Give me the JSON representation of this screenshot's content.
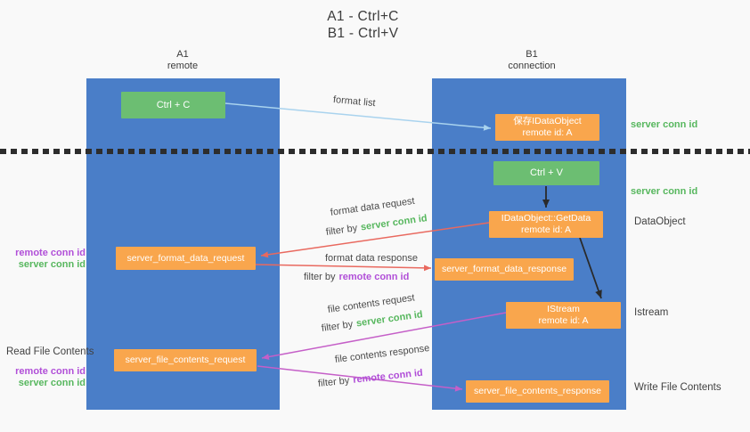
{
  "title": {
    "line1": "A1 - Ctrl+C",
    "line2": "B1 - Ctrl+V"
  },
  "columns": {
    "a1": {
      "name": "A1",
      "role": "remote"
    },
    "b1": {
      "name": "B1",
      "role": "connection"
    }
  },
  "boxes": {
    "ctrl_c": {
      "label": "Ctrl + C"
    },
    "ctrl_v": {
      "label": "Ctrl + V"
    },
    "save_dataobject": {
      "line1": "保存IDataObject",
      "line2": "remote id: A"
    },
    "getdata": {
      "line1": "IDataObject::GetData",
      "line2": "remote id: A"
    },
    "istream": {
      "line1": "IStream",
      "line2": "remote id: A"
    },
    "format_data_request": {
      "label": "server_format_data_request"
    },
    "format_data_response": {
      "label": "server_format_data_response"
    },
    "file_contents_request": {
      "label": "server_file_contents_request"
    },
    "file_contents_response": {
      "label": "server_file_contents_response"
    }
  },
  "arrows": {
    "format_list": {
      "label": "format list"
    },
    "format_data_request": {
      "label": "format data request",
      "filter_prefix": "filter by",
      "filter_key": "server conn id"
    },
    "format_data_response": {
      "label": "format data response",
      "filter_prefix": "filter by",
      "filter_key": "remote conn id"
    },
    "file_contents_request": {
      "label": "file contents request",
      "filter_prefix": "filter by",
      "filter_key": "server conn id"
    },
    "file_contents_response": {
      "label": "file contents response",
      "filter_prefix": "filter by",
      "filter_key": "remote conn id"
    }
  },
  "left_labels": {
    "format_pair": {
      "remote": "remote conn id",
      "server": "server conn id"
    },
    "read_file": "Read File Contents",
    "file_pair": {
      "remote": "remote conn id",
      "server": "server conn id"
    }
  },
  "right_labels": {
    "server_conn_top": "server conn id",
    "server_conn_mid": "server conn id",
    "dataobject": "DataObject",
    "istream": "Istream",
    "write_file": "Write File Contents"
  },
  "colors": {
    "background": "#f9f9f9",
    "lifeline_blue": "#4a7ec8",
    "action_green": "#6cbe72",
    "message_orange": "#f9a64d",
    "server_conn_green": "#57b75e",
    "remote_conn_purple": "#b14fd8",
    "request_red": "#e9695f",
    "contents_magenta": "#c55fc8",
    "format_list_blue": "#a9d3ee",
    "arrow_black": "#2a2a2a",
    "label_gray": "#4a4a4a",
    "heading_gray": "#3c3c3c"
  }
}
